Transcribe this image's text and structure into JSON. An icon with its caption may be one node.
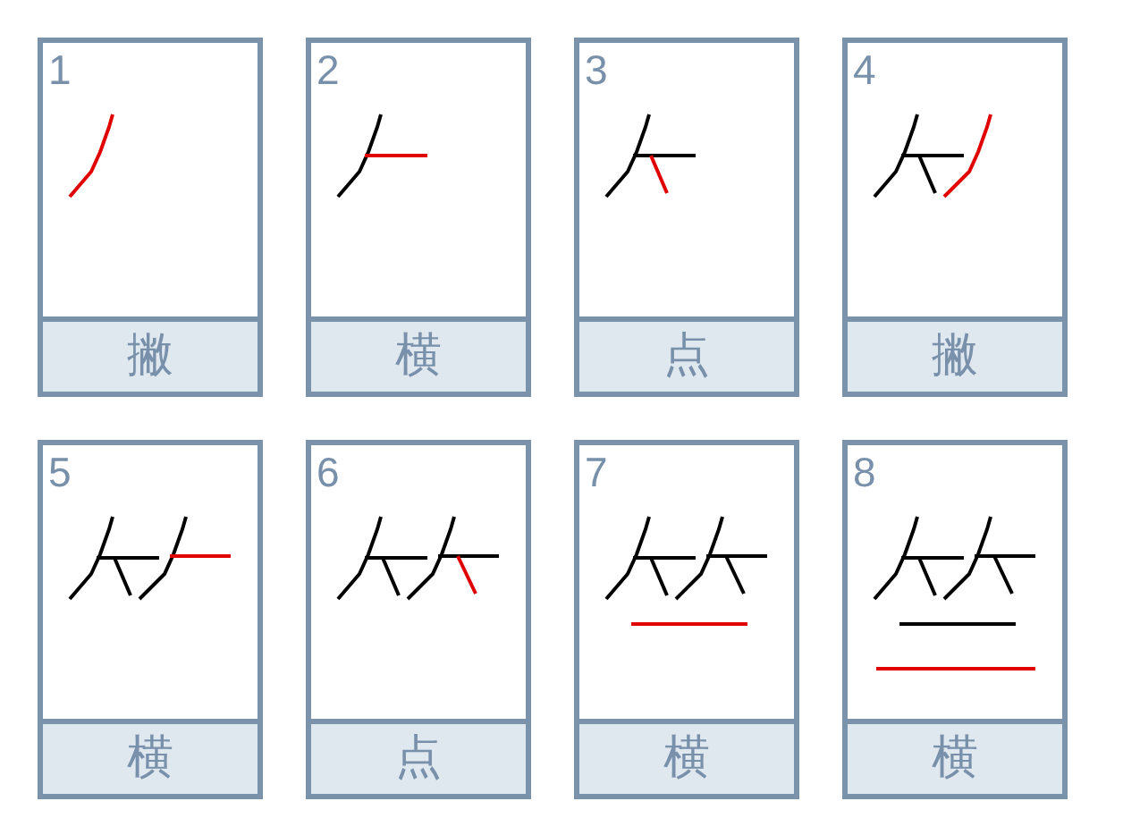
{
  "diagram": {
    "nodes": [
      {
        "text": [
          "1",
          "撇"
        ]
      },
      {
        "text": [
          "2",
          "横"
        ]
      },
      {
        "text": [
          "3",
          "点"
        ]
      },
      {
        "text": [
          "4",
          "撇"
        ]
      },
      {
        "text": [
          "5",
          "横"
        ]
      },
      {
        "text": [
          "6",
          "点"
        ]
      },
      {
        "text": [
          "7",
          "横"
        ]
      },
      {
        "text": [
          "8",
          "横"
        ]
      }
    ]
  }
}
